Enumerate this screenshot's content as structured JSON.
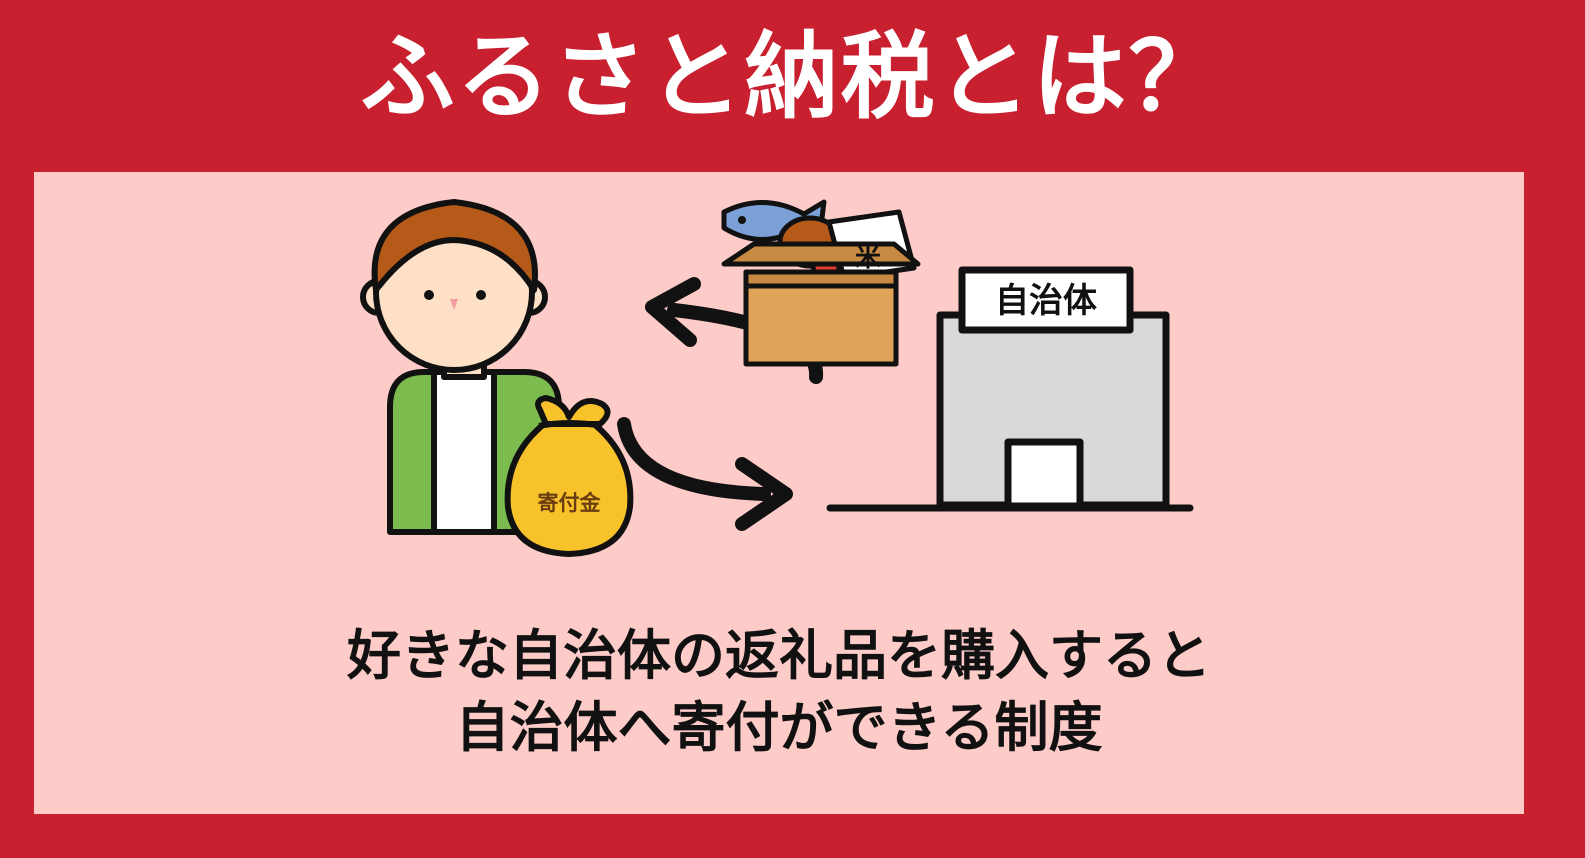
{
  "title": "ふるさと納税とは？",
  "labels": {
    "municipality": "自治体",
    "donation_bag": "寄付金",
    "rice": "米"
  },
  "caption": {
    "line1": "好きな自治体の返礼品を購入すると",
    "line2": "自治体へ寄付ができる制度"
  },
  "colors": {
    "frame_red": "#c8202f",
    "panel_pink": "#fdcbc8",
    "jacket_green": "#7cbb4e",
    "hair_brown": "#b65a1a",
    "bag_yellow": "#f7c22a",
    "box_tan": "#e0a359",
    "building_gray": "#d9d9d9"
  }
}
